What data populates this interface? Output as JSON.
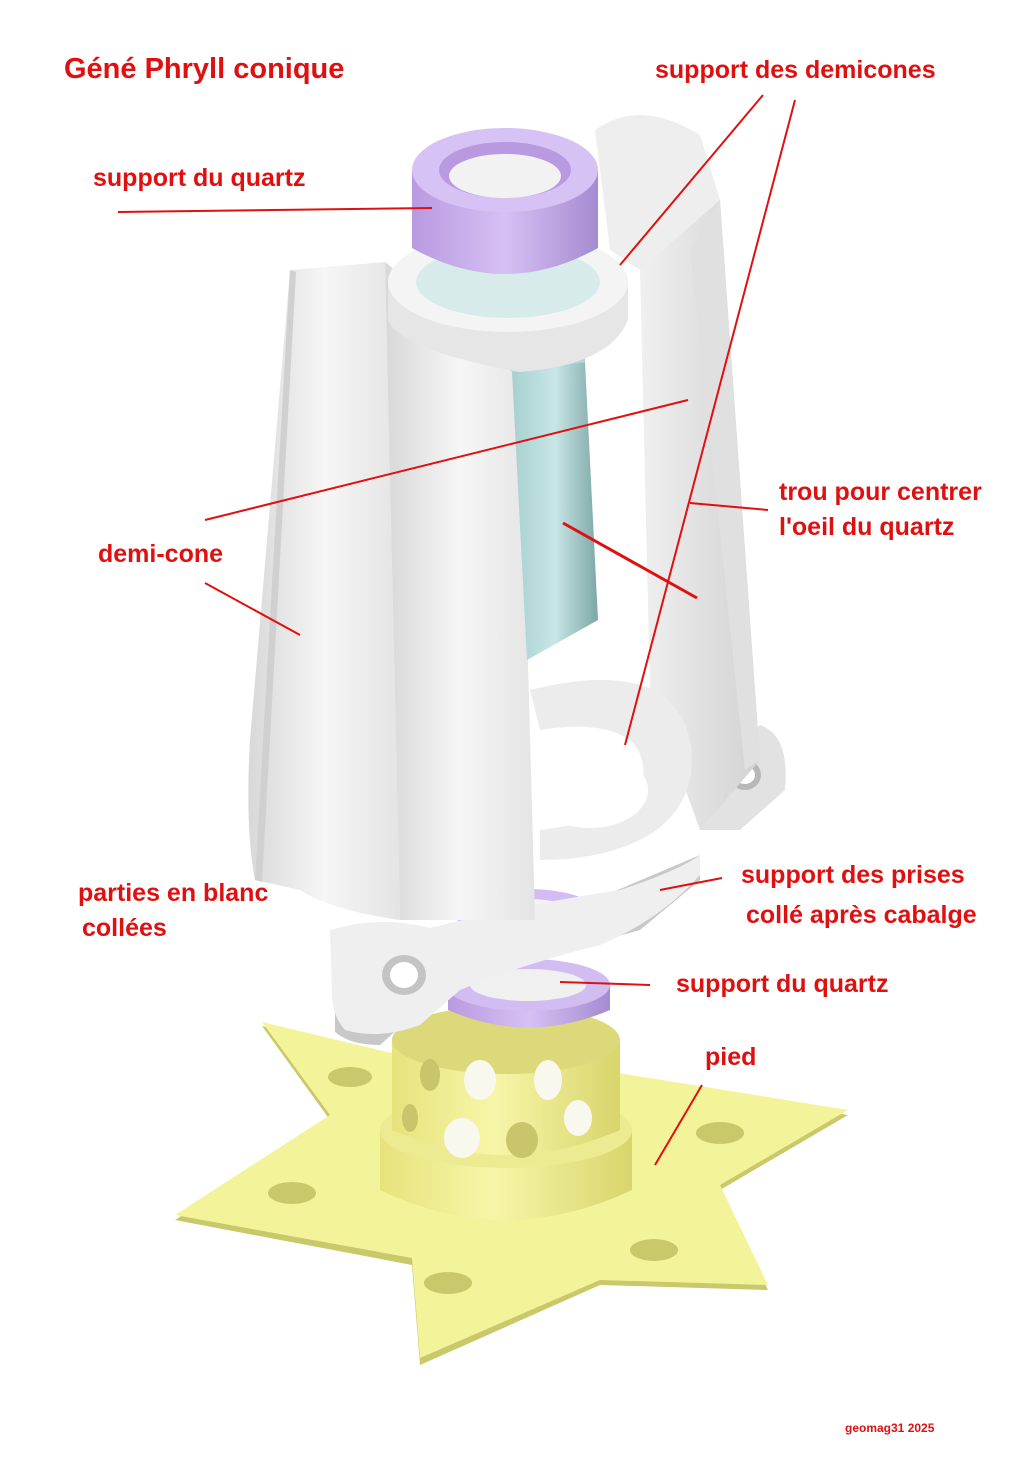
{
  "title": "Géné Phryll conique",
  "labels": {
    "support_demicones": "support des demicones",
    "support_quartz_top": "support du quartz",
    "trou_line1": "trou pour centrer",
    "trou_line2": "l'oeil du quartz",
    "demi_cone": "demi-cone",
    "parties_line1": "parties en blanc",
    "parties_line2": "collées",
    "prises_line1": "support des prises",
    "prises_line2": "collé après cabalge",
    "support_quartz_bottom": "support du quartz",
    "pied": "pied"
  },
  "credit": "geomag31 2025",
  "colors": {
    "label": "#e01010",
    "white_part": "#f2f2f2",
    "white_shadow": "#c8c8c8",
    "quartz_holder": "#c8a8ec",
    "quartz_crystal": "#8fb8b8",
    "foot": "#f3f39a",
    "foot_shadow": "#c9c86a"
  }
}
